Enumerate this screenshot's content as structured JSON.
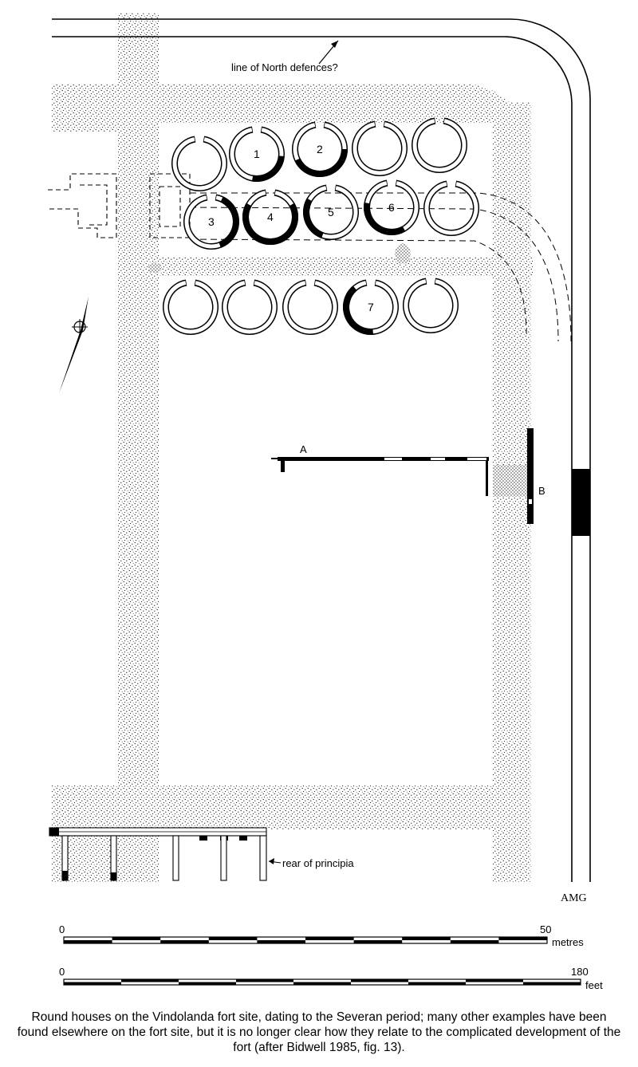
{
  "labels": {
    "north_defences": "line of North defences?",
    "building_a": "A",
    "building_b": "B",
    "principia": "rear of principia",
    "signature": "AMG"
  },
  "round_houses": {
    "numbers": [
      "1",
      "2",
      "3",
      "4",
      "5",
      "6",
      "7"
    ]
  },
  "scale_metres": {
    "start": "0",
    "end": "50",
    "unit": "metres"
  },
  "scale_feet": {
    "start": "0",
    "end": "180",
    "unit": "feet"
  },
  "caption": "Round houses on the Vindolanda fort site, dating to the Severan period; many other examples have been found elsewhere on the fort site, but it is no longer clear how they relate to the complicated development of the fort (after Bidwell 1985, fig. 13)."
}
